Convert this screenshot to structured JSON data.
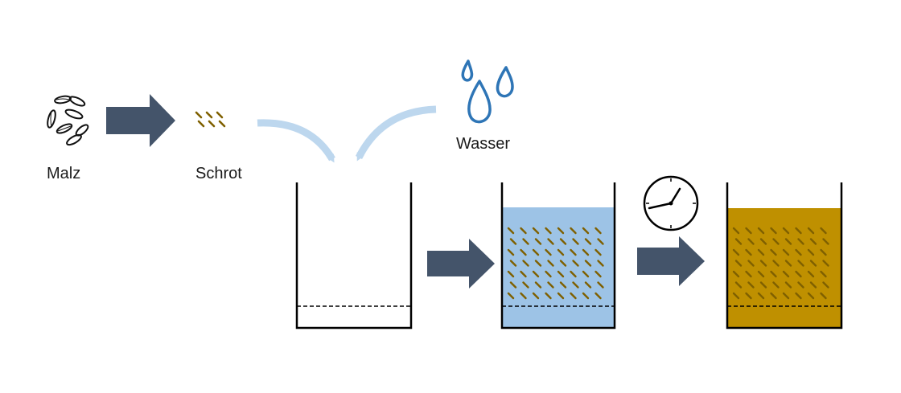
{
  "labels": {
    "malt": "Malz",
    "grist": "Schrot",
    "water": "Wasser"
  },
  "icons": [
    "malt-grains-icon",
    "grist-icon",
    "water-drops-icon",
    "clock-icon"
  ],
  "colors": {
    "arrow": "#44546a",
    "flow_arrow": "#bdd7ee",
    "water_fill": "#9dc3e6",
    "wort_fill": "#bf9000",
    "grist": "#7f6000",
    "drops": "#2e75b6",
    "outline": "#000000"
  }
}
